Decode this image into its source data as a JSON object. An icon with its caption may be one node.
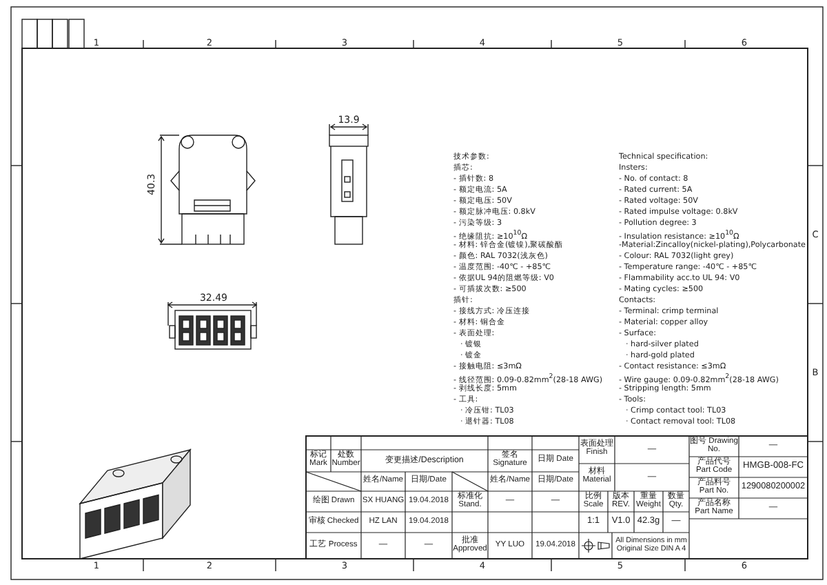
{
  "diagram": {
    "labels": [
      "1",
      "2",
      "3",
      "4",
      "5",
      "6",
      "40.3",
      "13.9",
      "32.49",
      "技术参数:",
      "插芯:",
      "- 插针数: 8",
      "- 额定电流: 5A",
      "- 额定电压: 50V",
      "- 额定脉冲电压: 0.8kV",
      "- 污染等级: 3",
      "- 绝缘阻抗: ≥10$^{10}$Ω",
      "- 材料: 锌合金(镀镍),聚碳酸酯",
      "- 颜色: RAL 7032(浅灰色)",
      "- 温度范围: -40℃ - +85℃",
      "- 依据UL 94的阻燃等级: V0",
      "- 可插拔次数: ≥500",
      "插针:",
      "- 接线方式: 冷压连接",
      "- 材料: 铜合金",
      "- 表面处理:",
      "· 镀银",
      "· 镀金",
      "- 接触电阻: ≤3mΩ",
      "- 线径范围: 0.09-0.82mm$^{2}$(28-18 AWG)",
      "- 剥线长度: 5mm",
      "- 工具:",
      "· 冷压钳: TL03",
      "· 退针器: TL08",
      "Technical specification:",
      "Insters:",
      "- No. of contact: 8",
      "- Rated current: 5A",
      "- Rated voltage: 50V",
      "- Rated impulse voltage: 0.8kV",
      "- Pollution degree: 3",
      "- Insulation resistance: ≥10$^{10}$Ω",
      "-Material:Zincalloy(nickel-plating),Polycarbonate",
      "- Colour: RAL 7032(light grey)",
      "- Temperature range: -40℃ - +85℃",
      "- Flammability acc.to UL 94: V0",
      "- Mating cycles: ≥500",
      "Contacts:",
      "- Terminal: crimp terminal",
      "- Material: copper alloy",
      "- Surface:",
      "· hard-silver plated",
      "· hard-gold plated",
      "- Contact resistance: ≤3mΩ",
      "- Wire gauge: 0.09-0.82mm$^{2}$(28-18 AWG)",
      "- Stripping length: 5mm",
      "- Tools:",
      "· Crimp contact tool: TL03",
      "· Contact removal tool: TL08",
      "C",
      "B",
      "表面处理 Finish",
      "—",
      "图号 Drawing No.",
      "—",
      "产品代号 Part Code",
      "HMGB-008-FC",
      "标记 Mark",
      "处数 Number",
      "变更描述/Description",
      "签名 Signature",
      "日期 Date",
      "材料 Material",
      "—",
      "产品料号 Part No.",
      "1290080200002",
      "姓名/Name",
      "日期/Date",
      "姓名/Name",
      "日期/Date",
      "产品名称 Part Name",
      "—",
      "绘图 Drawn",
      "SX HUANG",
      "19.04.2018",
      "标准化 Stand.",
      "—",
      "—",
      "比例 Scale",
      "版本 REV.",
      "重量 Weight",
      "数量 Qty.",
      "审核 Checked",
      "HZ LAN",
      "19.04.2018",
      "1:1",
      "V1.0",
      "42.3g",
      "—",
      "工艺 Process",
      "—",
      "—",
      "批准 Approved",
      "YY LUO",
      "19.04.2018",
      "All Dimensions in mm Original Size DIN A 4",
      "1",
      "2",
      "3",
      "4",
      "5",
      "6"
    ]
  }
}
